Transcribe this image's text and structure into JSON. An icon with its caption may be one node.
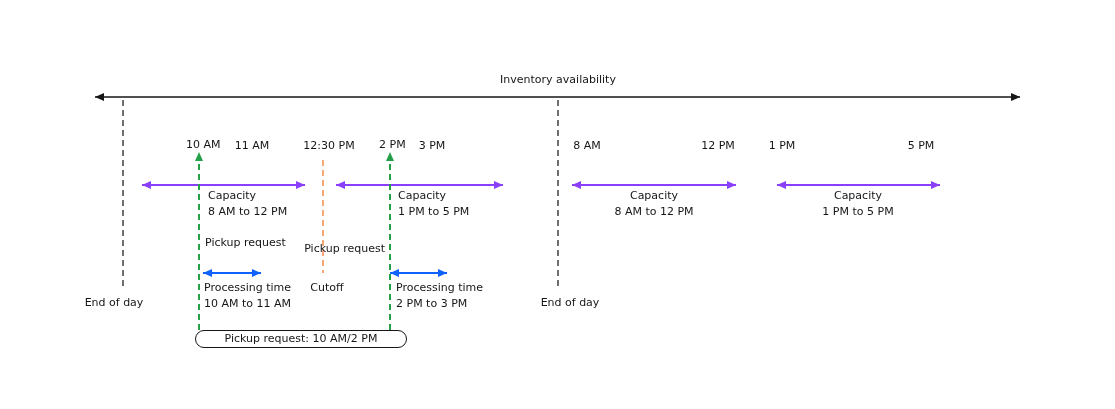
{
  "diagram": {
    "nodes": [
      {
        "text": [
          "10 AM"
        ]
      },
      {
        "text": [
          "2 PM"
        ]
      },
      {
        "text": [
          "Pickup request: 10 AM/2 PM"
        ]
      }
    ],
    "edges": [
      {
        "from": 2,
        "to": 0,
        "arrow": "to",
        "style": "dashed",
        "color": "#24a148"
      },
      {
        "from": 2,
        "to": 1,
        "arrow": "to",
        "style": "dashed",
        "color": "#24a148"
      }
    ],
    "labels": [
      "Inventory availability",
      "11 AM",
      "12:30 PM",
      "3 PM",
      "8 AM",
      "12 PM",
      "1 PM",
      "5 PM",
      "Capacity 8 AM to 12 PM",
      "Capacity 1 PM to 5 PM",
      "Capacity 8 AM to 12 PM",
      "Capacity 1 PM to 5 PM",
      "Pickup request",
      "Pickup request",
      "Processing time 10 AM to 11 AM",
      "Processing time 2 PM to 3 PM",
      "End of day",
      "Cutoff",
      "End of day"
    ]
  }
}
